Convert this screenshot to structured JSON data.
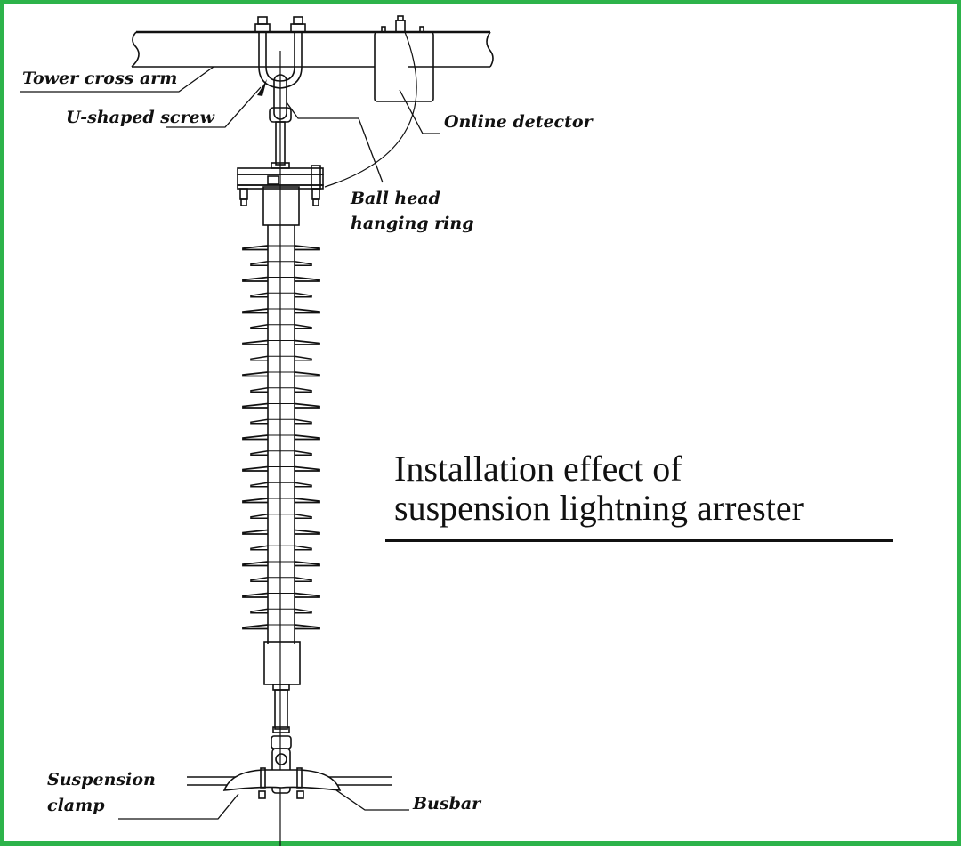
{
  "figure": {
    "title_lines": [
      "Installation effect of",
      "suspension lightning arrester"
    ],
    "border_color": "#2db34a",
    "line_color": "#111111"
  },
  "labels": {
    "tower_cross_arm": "Tower cross arm",
    "u_shaped_screw": "U-shaped screw",
    "online_detector": "Online detector",
    "ball_head_line1": "Ball head",
    "ball_head_line2": "hanging ring",
    "suspension_clamp_line1": "Suspension",
    "suspension_clamp_line2": "clamp",
    "busbar": "Busbar"
  },
  "components": [
    {
      "id": "tower-cross-arm",
      "name": "Tower cross arm"
    },
    {
      "id": "u-shaped-screw",
      "name": "U-shaped screw"
    },
    {
      "id": "online-detector",
      "name": "Online detector"
    },
    {
      "id": "ball-head-hanging-ring",
      "name": "Ball head hanging ring"
    },
    {
      "id": "arrester-body",
      "name": "Lightning arrester with sheds",
      "shed_count": 25
    },
    {
      "id": "suspension-clamp",
      "name": "Suspension clamp"
    },
    {
      "id": "busbar",
      "name": "Busbar"
    }
  ]
}
